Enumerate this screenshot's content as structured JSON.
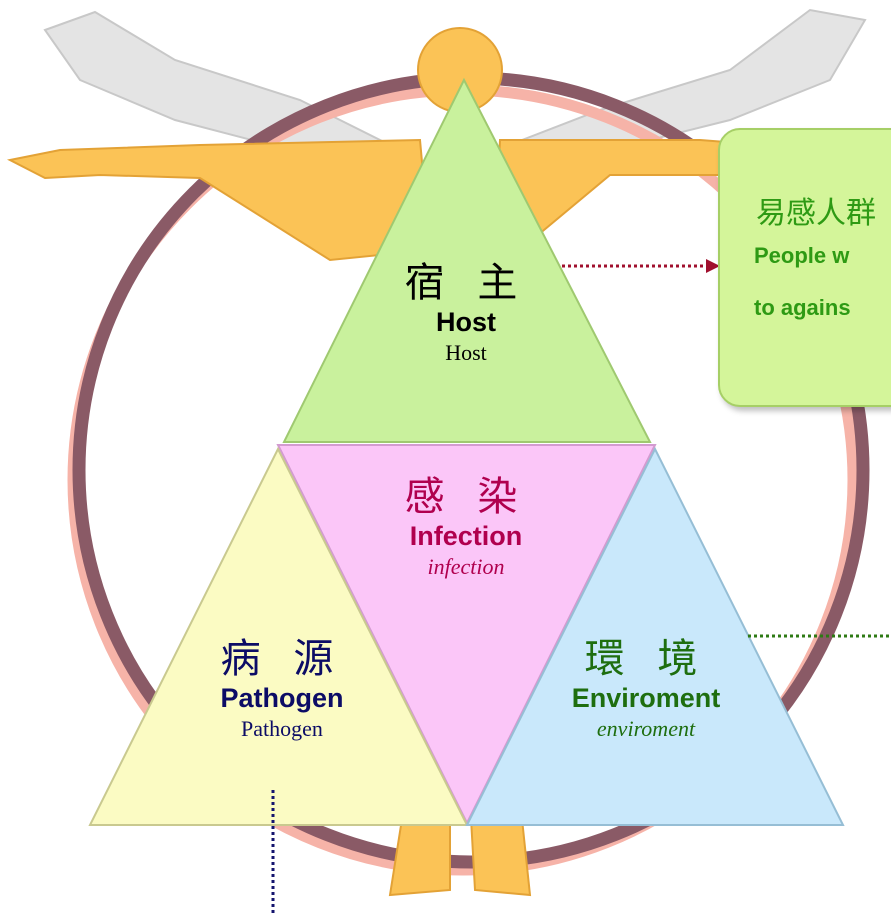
{
  "colors": {
    "host_fill": "#c9f19d",
    "infection_fill": "#fbc6f8",
    "pathogen_fill": "#fbfbc3",
    "environment_fill": "#c9e8fb",
    "host_text": "#000000",
    "infection_text": "#b0004e",
    "pathogen_text": "#0c0c66",
    "environment_text": "#1e6e0f",
    "callout_text": "#2e9a14",
    "ring_outer": "#f6b3a8",
    "ring_inner": "#8a5a66",
    "figure_body": "#fbc356",
    "figure_shadow": "#e6e6e6"
  },
  "host": {
    "cjk": "宿 主",
    "en": "Host",
    "sub": "Host"
  },
  "infection": {
    "cjk": "感 染",
    "en": "Infection",
    "sub": "infection"
  },
  "pathogen": {
    "cjk": "病 源",
    "en": "Pathogen",
    "sub": "Pathogen"
  },
  "environment": {
    "cjk": "環 境",
    "en": "Enviroment",
    "sub": "enviroment"
  },
  "callout": {
    "cjk": "易感人群",
    "line1": "People w",
    "line2": "to agains"
  }
}
